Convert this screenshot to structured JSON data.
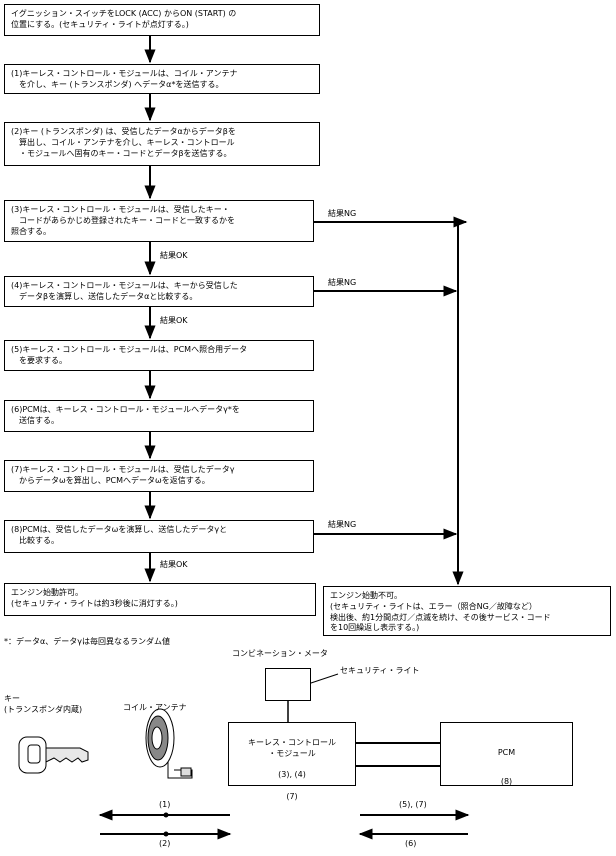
{
  "steps": {
    "s0": "イグニッション・スイッチをLOCK (ACC) からON (START) の\n位置にする。(セキュリティ・ライトが点灯する。)",
    "s1": "(1)キーレス・コントロール・モジュールは、コイル・アンテナ\n　を介し、キー (トランスポンダ) へデータα*を送信する。",
    "s2": "(2)キー (トランスポンダ) は、受信したデータαからデータβを\n　算出し、コイル・アンテナを介し、キーレス・コントロール\n　・モジュールへ固有のキー・コードとデータβを送信する。",
    "s3": "(3)キーレス・コントロール・モジュールは、受信したキー・\n　コードがあらかじめ登録されたキー・コードと一致するかを\n照合する。",
    "s4": "(4)キーレス・コントロール・モジュールは、キーから受信した\n　データβを演算し、送信したデータαと比較する。",
    "s5": "(5)キーレス・コントロール・モジュールは、PCMへ照合用データ\n　を要求する。",
    "s6": "(6)PCMは、キーレス・コントロール・モジュールへデータγ*を\n　送信する。",
    "s7": "(7)キーレス・コントロール・モジュールは、受信したデータγ\n　からデータωを算出し、PCMへデータωを返信する。",
    "s8": "(8)PCMは、受信したデータωを演算し、送信したデータγと\n　比較する。",
    "ok": "エンジン始動許可。\n(セキュリティ・ライトは約3秒後に消灯する。)",
    "ng": "エンジン始動不可。\n(セキュリティ・ライトは、エラー（照合NG／故障など）\n検出後、約1分間点灯／点滅を続け、その後サービス・コード\nを10回繰返し表示する。)"
  },
  "labels": {
    "result_ng": "結果NG",
    "result_ok": "結果OK",
    "footnote": "*：データα、データγは毎回異なるランダム値",
    "combination_meter": "コンビネーション・メータ",
    "security_light": "セキュリティ・ライト",
    "key": "キー\n(トランスポンダ内蔵)",
    "coil_antenna": "コイル・アンテナ",
    "keyless_module": "キーレス・コントロール\n・モジュール",
    "module_steps_a": "(3), (4)",
    "module_steps_b": "(7)",
    "pcm": "PCM",
    "pcm_step": "(8)",
    "arrow_1": "(1)",
    "arrow_2": "(2)",
    "arrow_57": "(5), (7)",
    "arrow_6": "(6)"
  }
}
